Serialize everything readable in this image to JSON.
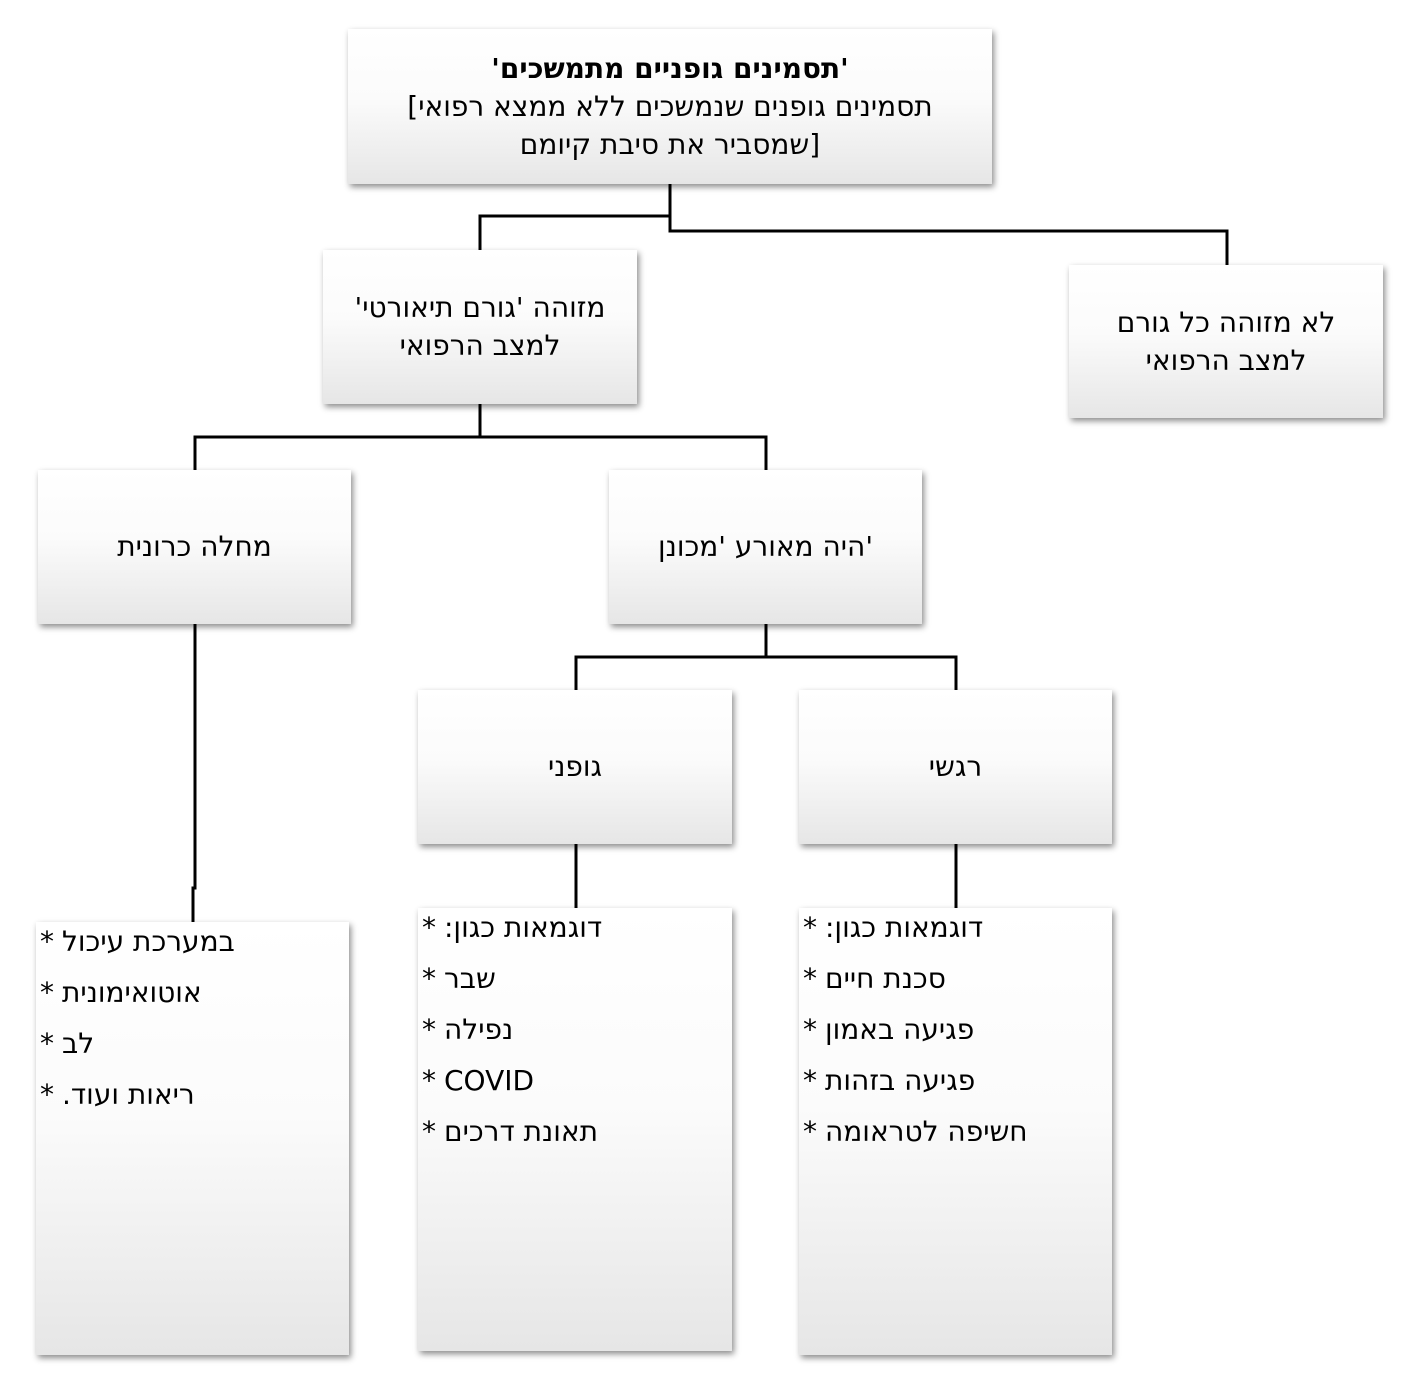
{
  "root": {
    "title": "'תסמינים גופניים מתמשכים'",
    "line2": "תסמינים גופנים שנמשכים ללא ממצא רפואי]",
    "line3": "[שמסביר את סיבת קיומם"
  },
  "identified": {
    "line1": "מזוהה 'גורם תיאורטי'",
    "line2": "למצב הרפואי"
  },
  "not_identified": {
    "line1": "לא מזוהה כל גורם",
    "line2": "למצב הרפואי"
  },
  "chronic": {
    "label": "מחלה כרונית",
    "items": [
      {
        "bullet": "*",
        "text": "במערכת עיכול"
      },
      {
        "bullet": "*",
        "text": "אוטואימונית"
      },
      {
        "bullet": "*",
        "text": "לב"
      },
      {
        "bullet": "*",
        "text": "ריאות ועוד."
      }
    ]
  },
  "event": {
    "label": "'היה מאורע 'מכונן"
  },
  "physical": {
    "label": "גופני",
    "items": [
      {
        "bullet": "*",
        "text": "דוגמאות כגון:"
      },
      {
        "bullet": "*",
        "text": "שבר"
      },
      {
        "bullet": "*",
        "text": "נפילה"
      },
      {
        "bullet": "*",
        "text": "COVID"
      },
      {
        "bullet": "*",
        "text": "תאונת דרכים"
      }
    ]
  },
  "emotional": {
    "label": "רגשי",
    "items": [
      {
        "bullet": "*",
        "text": "דוגמאות כגון:"
      },
      {
        "bullet": "*",
        "text": "סכנת חיים"
      },
      {
        "bullet": "*",
        "text": "פגיעה באמון"
      },
      {
        "bullet": "*",
        "text": "פגיעה בזהות"
      },
      {
        "bullet": "*",
        "text": "חשיפה לטראומה"
      }
    ]
  }
}
